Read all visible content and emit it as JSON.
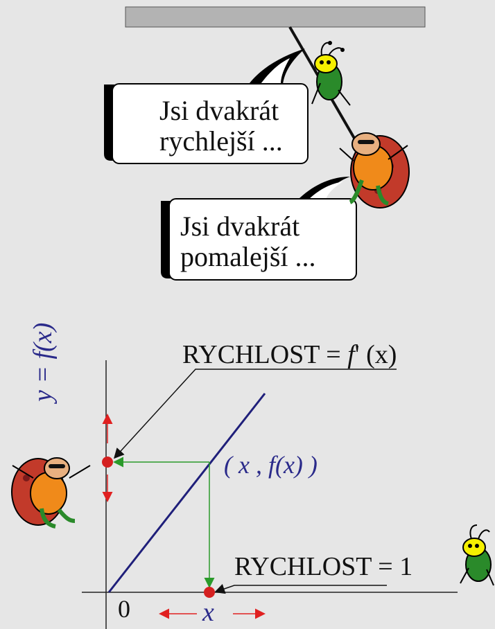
{
  "bubbles": {
    "faster": {
      "line1": "Jsi dvakrát",
      "line2": "rychlejší ..."
    },
    "slower": {
      "line1": "Jsi dvakrát",
      "line2": "pomalejší ..."
    }
  },
  "graph": {
    "y_axis_label": "y = f(x)",
    "rychlost_prime_prefix": "RYCHLOST = ",
    "rychlost_prime_f": "f",
    "rychlost_prime_suffix": "' (x)",
    "point_label": "( x , f(x) )",
    "rychlost_one": "RYCHLOST = 1",
    "origin_label": "0",
    "x_label": "x"
  },
  "colors": {
    "background": "#e6e6e6",
    "bar": "#b3b3b3",
    "line": "#1f1f7a",
    "arrow_red": "#e02020",
    "arrow_green": "#2a9a2a",
    "point_red": "#d42020",
    "ladybug_shell": "#c23a2a",
    "ladybug_body": "#f08a1a",
    "bug_yellow": "#f5f000",
    "bug_green": "#2a8a2a"
  }
}
